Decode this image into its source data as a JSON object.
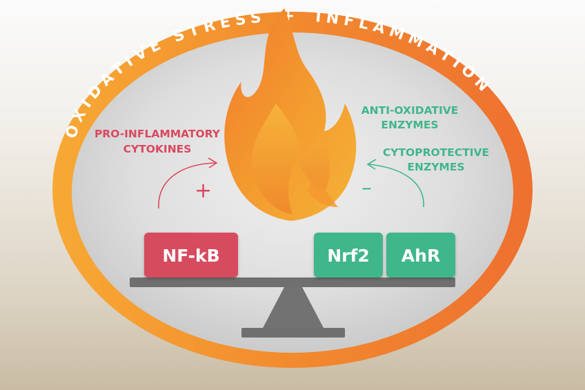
{
  "ring": {
    "left_text": "OXIDATIVE STRESS",
    "plus": "+",
    "right_text": "INFLAMMATION"
  },
  "pro": {
    "line1": "PRO-INFLAMMATORY",
    "line2": "CYTOKINES",
    "sign": "+"
  },
  "anti": {
    "line1": "ANTI-OXIDATIVE",
    "line2": "ENZYMES"
  },
  "cyto": {
    "line1": "CYTOPROTECTIVE",
    "line2": "ENZYMES",
    "sign": "–"
  },
  "boxes": {
    "nfkb": "NF-kB",
    "nrf2": "Nrf2",
    "ahr": "AhR"
  },
  "colors": {
    "ring_orange": "#f28a2e",
    "red": "#d9485f",
    "green": "#3fb68b",
    "scale_gray": "#6f6f6f"
  },
  "icons": [
    "flame-icon",
    "balance-scale-icon",
    "arrow-icon"
  ]
}
